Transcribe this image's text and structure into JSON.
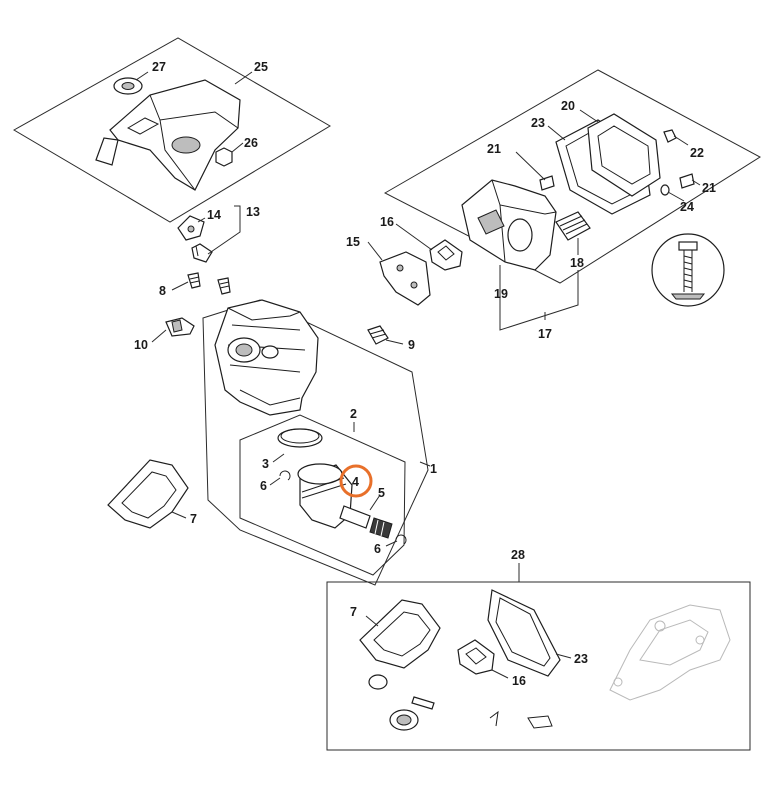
{
  "highlight": {
    "part": "4",
    "color": "#e8702a"
  },
  "callouts": {
    "c1": "1",
    "c2": "2",
    "c3": "3",
    "c4": "4",
    "c5": "5",
    "c6a": "6",
    "c6b": "6",
    "c7a": "7",
    "c7b": "7",
    "c8": "8",
    "c9": "9",
    "c10": "10",
    "c13": "13",
    "c14": "14",
    "c15": "15",
    "c16a": "16",
    "c16b": "16",
    "c17": "17",
    "c18": "18",
    "c19": "19",
    "c20": "20",
    "c21a": "21",
    "c21b": "21",
    "c22": "22",
    "c23a": "23",
    "c23b": "23",
    "c24": "24",
    "c25": "25",
    "c26": "26",
    "c27": "27",
    "c28": "28"
  }
}
